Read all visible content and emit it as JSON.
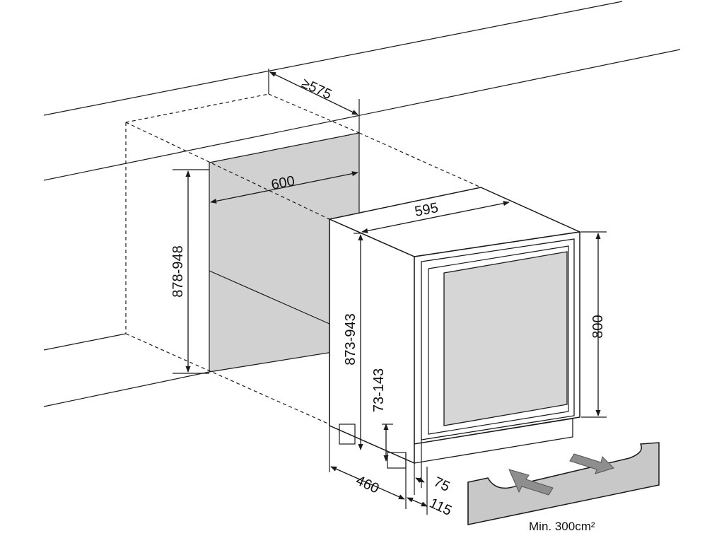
{
  "dimensions": {
    "cabinet_depth": "≥575",
    "niche_width": "600",
    "niche_height": "878-948",
    "unit_width": "595",
    "unit_height": "873-943",
    "door_height": "800",
    "foot_adjust": "73-143",
    "unit_depth": "460",
    "door_offset": "75",
    "door_thickness": "115"
  },
  "ventilation": {
    "label": "Min. 300cm²"
  },
  "colors": {
    "line": "#1a1a1a",
    "niche_fill": "#d1d1d1",
    "glass_fill": "#d6d6d6",
    "grille_fill": "#c8c8c8",
    "arrow_fill": "#8e8e8e"
  }
}
